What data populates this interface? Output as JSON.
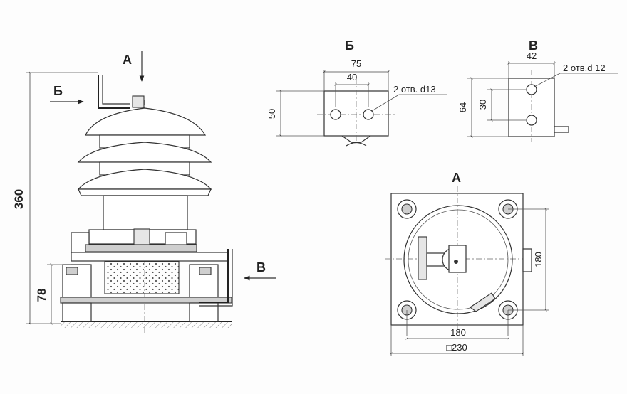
{
  "views": {
    "main_arrow_a": "А",
    "main_arrow_b": "Б",
    "main_arrow_v": "В",
    "view_b_title": "Б",
    "view_v_title": "В",
    "view_a_title": "А"
  },
  "main_view": {
    "height_total": "360",
    "height_base": "78"
  },
  "view_b": {
    "width_outer": "75",
    "width_holes": "40",
    "height": "50",
    "holes_note": "2 отв. d13"
  },
  "view_v": {
    "width": "42",
    "height": "64",
    "holes_spacing": "30",
    "holes_note": "2 отв.d 12"
  },
  "view_a": {
    "holes_spacing_h": "180",
    "holes_spacing_v": "180",
    "base_size": "□230"
  },
  "colors": {
    "line": "#333333",
    "background": "#fdfdfd"
  }
}
